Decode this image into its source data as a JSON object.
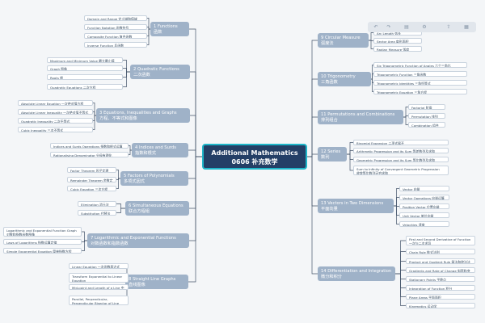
{
  "root": {
    "title": "Additional Mathematics",
    "subtitle": "0606 补充数学"
  },
  "toolbar": {
    "icons": [
      "undo-icon",
      "redo-icon",
      "format-icon",
      "layout-icon",
      "share-icon",
      "export-icon"
    ]
  },
  "colors": {
    "root_bg": "#243f66",
    "root_border": "#1fb6c9",
    "topic_bg": "#9fb2c8",
    "leaf_bg": "#ffffff",
    "line": "#44546a"
  },
  "topics": [
    {
      "id": "t1",
      "label": "1  Functions",
      "sub": "函数",
      "leaves": [
        "Domain and Range 定义域和值域",
        "Function Notation 函数符号",
        "Composite Function 复合函数",
        "Inverse Function 反函数"
      ]
    },
    {
      "id": "t2",
      "label": "2  Quadratic Functions",
      "sub": "二次函数",
      "leaves": [
        "Maximum and Minimum Value 最大最小值",
        "Graph 图像",
        "Roots 根",
        "Quadratic Equations 二次方程"
      ]
    },
    {
      "id": "t3",
      "label": "3  Equations, Inequalities and Graphs",
      "sub": "方程、不等式和图像",
      "leaves": [
        "Absolute Linear Equation 一次绝对值方程",
        "Absolute Linear Inequality 一次绝对值不等式",
        "Quadratic Inequality 二次不等式",
        "Cubic Inequality 三次不等式"
      ]
    },
    {
      "id": "t4",
      "label": "4  Indices and Surds",
      "sub": "指数和根式",
      "leaves": [
        "Indices and Surds Operations 指数和根式运算",
        "Rationalising Denominator 分母有理化"
      ]
    },
    {
      "id": "t5",
      "label": "5  Factors of Polynomials",
      "sub": "多项式因式",
      "leaves": [
        "Factor Theorem 因子定理",
        "Remainder Theorem 余数定理",
        "Cubic Equation 三次方程"
      ]
    },
    {
      "id": "t6",
      "label": "6  Simultaneous Equations",
      "sub": "联合方程组",
      "leaves": [
        "Elimination 消元法",
        "Substitution 代替法"
      ]
    },
    {
      "id": "t7",
      "label": "7  Logarithmic and Exponential Functions",
      "sub": "对数函数和指数函数",
      "leaves": [
        "Logarithmic and Exponential Function Graph\n对数和指数函数图像",
        "Laws of Logarithms 指数运算定律",
        "Simple Exponential Equation 简单指数方程"
      ]
    },
    {
      "id": "t8",
      "label": "8  Straight Line Graphs",
      "sub": "直线图像",
      "leaves": [
        "Linear Equation 一次函数表达式",
        "Transform Exponential to Linear Equation\n指数函数转化为一次函数",
        "Mid-point and Length of a Line 中点和线段长度",
        "Parallel, Perpendicular, Perpendicular Bisector of Line\n平行、垂直、垂直平分线"
      ]
    },
    {
      "id": "t9",
      "label": "9  Circular Measure",
      "sub": "弧度法",
      "leaves": [
        "Arc Length 弧长",
        "Sector Area 扇形面积",
        "Radian Measure 弧度"
      ]
    },
    {
      "id": "t10",
      "label": "10  Trigonometry",
      "sub": "三角函数",
      "leaves": [
        "Six Trigonometric Function of Angles 六个三角比",
        "Trigonometric Function 三角函数",
        "Trigonometric Identities 三角恒等式",
        "Trigonometric Equation 三角方程"
      ]
    },
    {
      "id": "t11",
      "label": "11  Permutations and Combinations",
      "sub": "排列组合",
      "leaves": [
        "Factorial 阶乘",
        "Permutation 排列",
        "Combination 组合"
      ]
    },
    {
      "id": "t12",
      "label": "12  Series",
      "sub": "数列",
      "leaves": [
        "Binomial Expansion 二项式展开",
        "Arithmetic Progression and its Sum 等差数列及求和",
        "Geometric Progression and its Sum 等比数列及求和",
        "Sum to Infinity of Convergent Geometric Progression\n收敛等比数列无穷求和"
      ]
    },
    {
      "id": "t13",
      "label": "13  Vectors in Two Dimensions",
      "sub": "平面向量",
      "leaves": [
        "Vector 向量",
        "Vector Operations 向量运算",
        "Position Vector 位置向量",
        "Unit Vector 单位向量",
        "Velocities 速度"
      ]
    },
    {
      "id": "t14",
      "label": "14  Differentiation and Integration",
      "sub": "微分和积分",
      "leaves": [
        "First and Second Derivative of Function\n一次与二次求导",
        "Chain Rule 链式法则",
        "Product and Quotient Rule 乘法和除法法则",
        "Gradients and Rate of Change 斜率和变化率",
        "Stationary Points 平稳点",
        "Integration of Function 积分",
        "Plane Areas 平面面积",
        "Kinematics 运动学"
      ]
    }
  ]
}
